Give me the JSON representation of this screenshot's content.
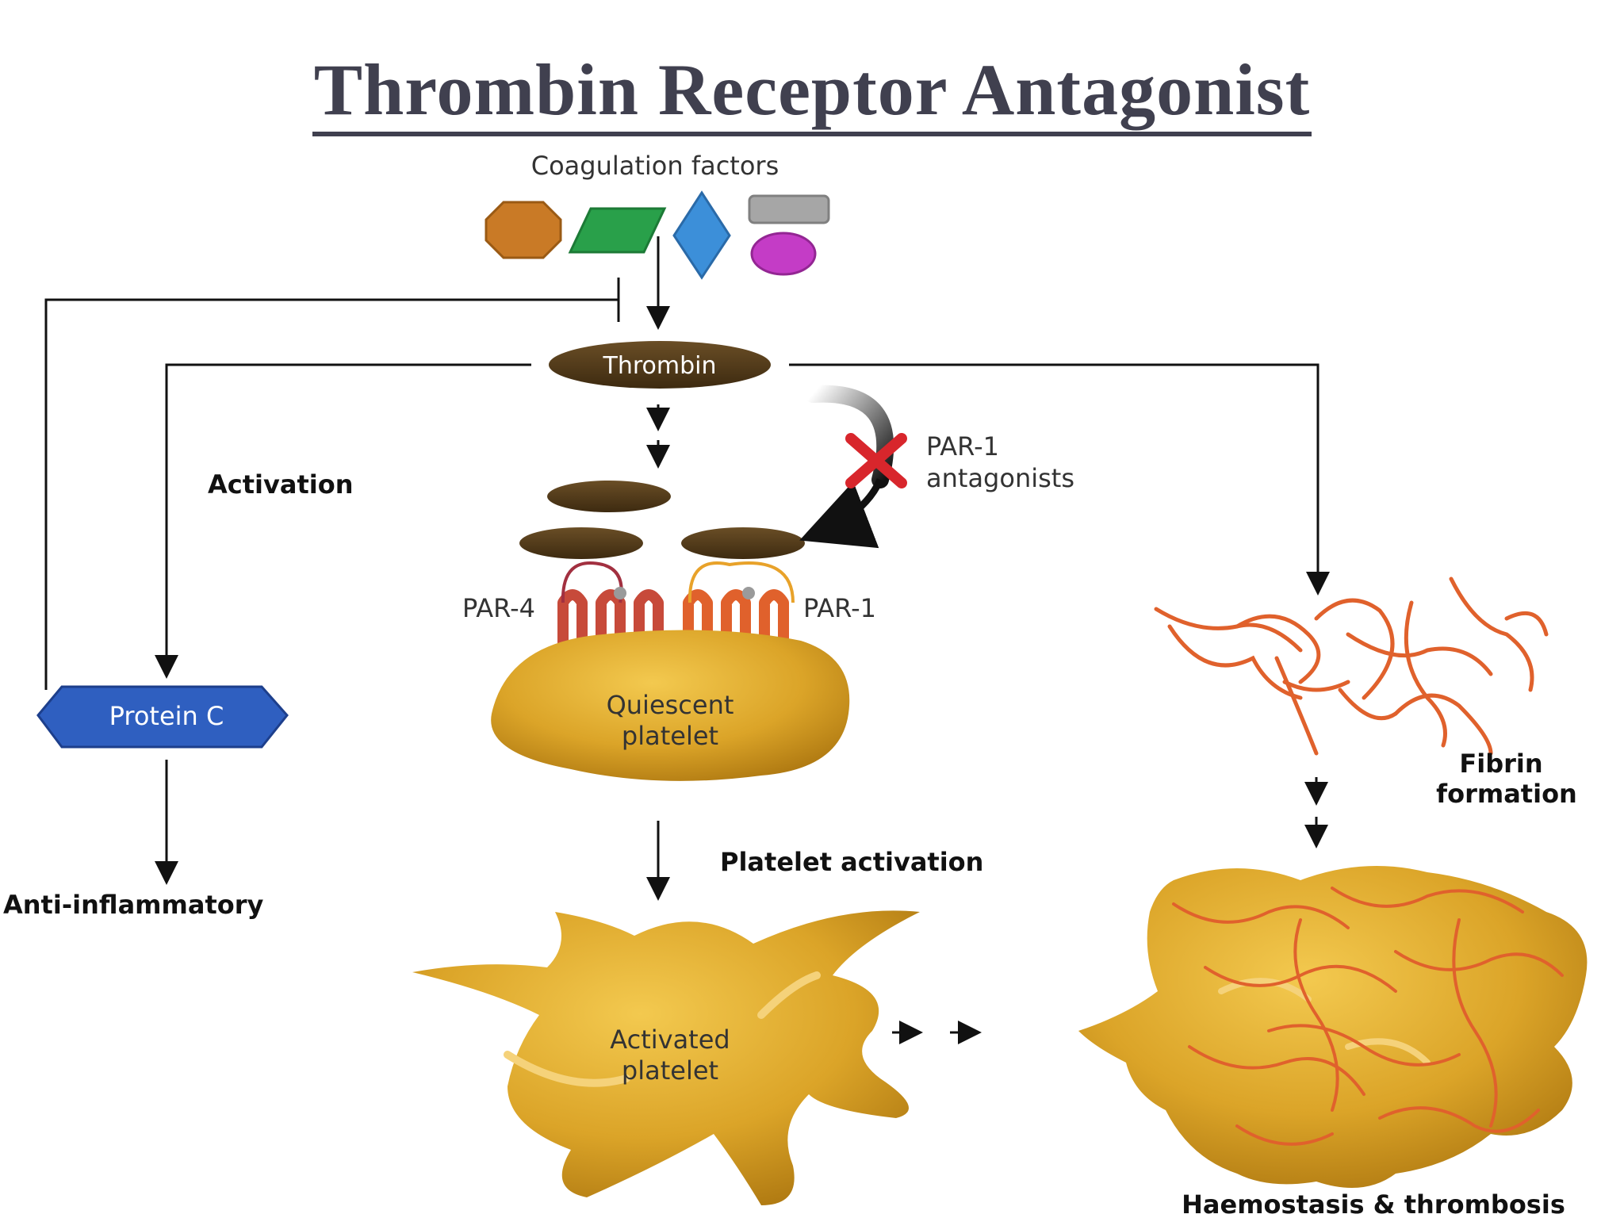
{
  "title": "Thrombin Receptor Antagonist",
  "labels": {
    "coagulation_factors": "Coagulation factors",
    "thrombin": "Thrombin",
    "activation": "Activation",
    "par1_antagonists_line1": "PAR-1",
    "par1_antagonists_line2": "antagonists",
    "par4": "PAR-4",
    "par1": "PAR-1",
    "protein_c": "Protein C",
    "anti_inflammatory": "Anti-inflammatory",
    "quiescent_line1": "Quiescent",
    "quiescent_line2": "platelet",
    "platelet_activation": "Platelet activation",
    "activated_line1": "Activated",
    "activated_line2": "platelet",
    "fibrin_line1": "Fibrin",
    "fibrin_line2": "formation",
    "haemostasis": "Haemostasis & thrombosis"
  },
  "colors": {
    "title": "#40404f",
    "thrombin": "#4e3818",
    "protein_c": "#2f5fc0",
    "platelet": "#d9a326",
    "fibrin": "#e0612c",
    "inhibit_x": "#d8262c"
  }
}
